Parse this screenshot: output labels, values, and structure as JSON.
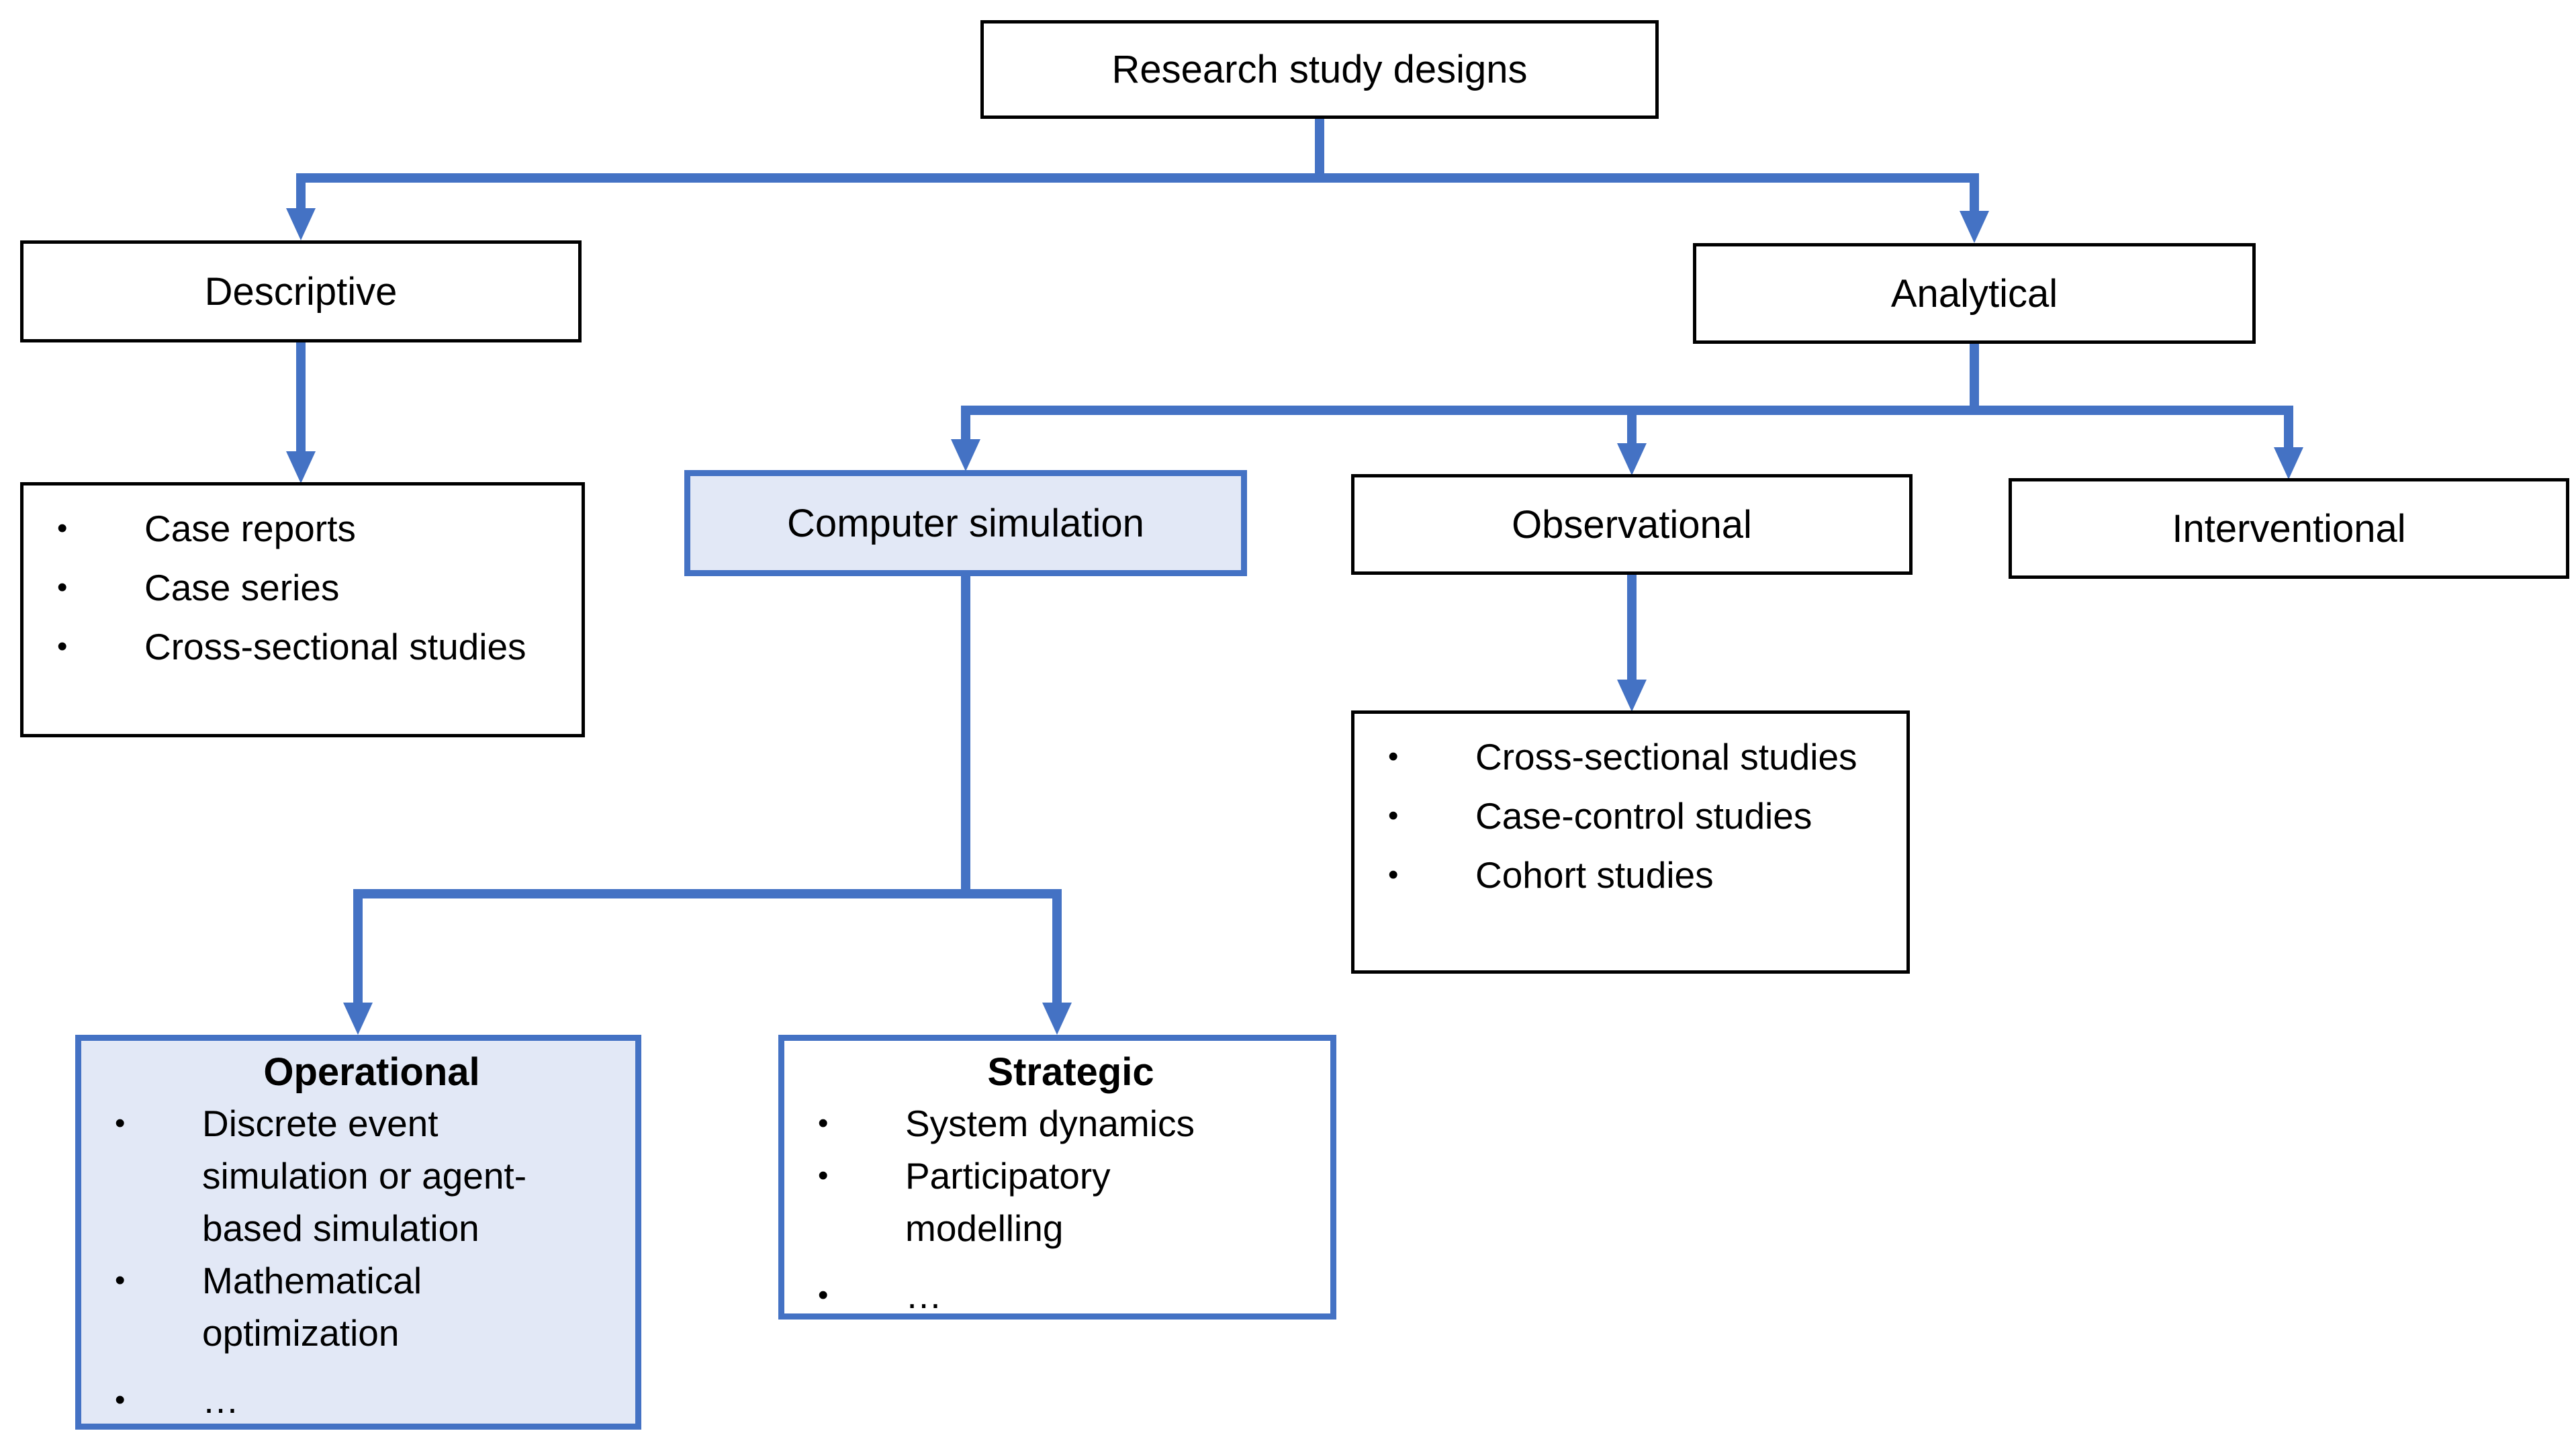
{
  "ui": {
    "bullet": "•"
  },
  "colors": {
    "connector_blue": "#4472C4",
    "highlight_fill": "#E2E8F6",
    "box_border_black": "#000000",
    "background": "#FFFFFF",
    "text": "#000000"
  },
  "diagram": {
    "root": {
      "label": "Research study designs"
    },
    "level1": {
      "descriptive": {
        "label": "Descriptive"
      },
      "analytical": {
        "label": "Analytical"
      }
    },
    "descriptive_list": {
      "items": [
        "Case reports",
        "Case series",
        "Cross-sectional studies"
      ]
    },
    "level2": {
      "computer_simulation": {
        "label": "Computer simulation",
        "highlighted": true
      },
      "observational": {
        "label": "Observational"
      },
      "interventional": {
        "label": "Interventional"
      }
    },
    "observational_list": {
      "items": [
        "Cross-sectional studies",
        "Case-control studies",
        "Cohort studies"
      ]
    },
    "operational": {
      "title": "Operational",
      "highlighted": true,
      "items": [
        "Discrete event simulation or agent-based simulation",
        "Mathematical optimization",
        "…"
      ]
    },
    "strategic": {
      "title": "Strategic",
      "items": [
        "System dynamics",
        "Participatory modelling",
        "…"
      ]
    }
  }
}
